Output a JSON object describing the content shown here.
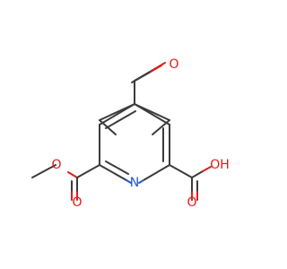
{
  "diagram": {
    "atoms": {
      "aldehyde_oxygen": {
        "label": "O",
        "color": "#e11b1b"
      },
      "ester_ether_oxygen": {
        "label": "O",
        "color": "#e11b1b"
      },
      "ester_carbonyl_oxygen": {
        "label": "O",
        "color": "#e11b1b"
      },
      "ring_nitrogen": {
        "label": "N",
        "color": "#2457d6"
      },
      "acid_carbonyl_oxygen": {
        "label": "O",
        "color": "#e11b1b"
      },
      "acid_hydroxyl": {
        "label": "OH",
        "color": "#e11b1b"
      }
    },
    "bond_color": "#3b3b3b"
  }
}
